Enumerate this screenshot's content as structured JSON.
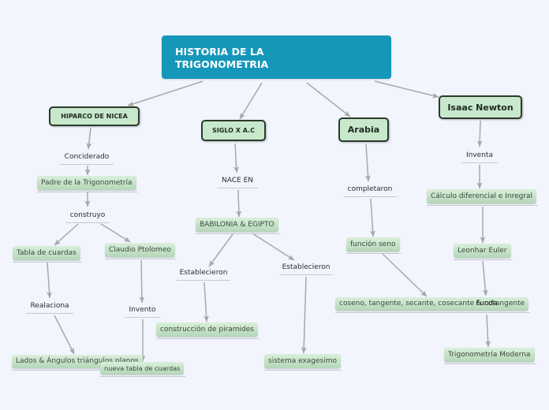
{
  "map": {
    "central_topic": "HISTORIA DE LA TRIGONOMETRIA",
    "branches": [
      {
        "label": "HIPARCO DE NICEA",
        "children": [
          {
            "label": "Conciderado",
            "children": [
              {
                "label": "Padre de la Trigonometría",
                "children": [
                  {
                    "label": "construyo",
                    "children": [
                      {
                        "label": "Tabla de cuardas",
                        "children": [
                          {
                            "label": "Realaciona",
                            "children": [
                              {
                                "label": "Lados & Ángulos triángulos planos"
                              }
                            ]
                          }
                        ]
                      },
                      {
                        "label": "Claudio Ptolomeo",
                        "children": [
                          {
                            "label": "Invento",
                            "children": [
                              {
                                "label": "nueva tabla de cuardas"
                              }
                            ]
                          }
                        ]
                      }
                    ]
                  }
                ]
              }
            ]
          }
        ]
      },
      {
        "label": "SIGLO X A.C",
        "children": [
          {
            "label": "NACE EN",
            "children": [
              {
                "label": "BABILONIA & EGIPTO",
                "children": [
                  {
                    "label": "Establecieron",
                    "children": [
                      {
                        "label": "construcción de piramides"
                      }
                    ]
                  },
                  {
                    "label": "Establecieron",
                    "children": [
                      {
                        "label": "sistema exagesimo"
                      }
                    ]
                  }
                ]
              }
            ]
          }
        ]
      },
      {
        "label": "Arabia",
        "children": [
          {
            "label": "completaron",
            "children": [
              {
                "label": "función seno",
                "children": [
                  {
                    "label": "coseno, tangente, secante, cosecante & cotangente"
                  }
                ]
              }
            ]
          }
        ]
      },
      {
        "label": "Isaac Newton",
        "children": [
          {
            "label": "Inventa",
            "children": [
              {
                "label": "Cálculo diferencial e Inregral",
                "children": [
                  {
                    "label": "Leonhar Euler",
                    "children": [
                      {
                        "label": "Funda",
                        "children": [
                          {
                            "label": "Trigonometría Moderna"
                          }
                        ]
                      }
                    ]
                  }
                ]
              }
            ]
          }
        ]
      }
    ]
  },
  "theme": {
    "background": "#f2f5fd",
    "central_fill": "#1597ba",
    "central_text": "#ffffff",
    "topic_fill": "#c8e8cb",
    "topic_border": "#2b3a2d",
    "topic_text": "#1d2b20",
    "subtopic_fill_top": "#d9efda",
    "subtopic_fill_bottom": "#b5d6b8",
    "subtopic_text": "#394a3c",
    "label_text": "#2d2d2d",
    "connector": "#a8a8a8",
    "underline": "#c6c9ce"
  }
}
